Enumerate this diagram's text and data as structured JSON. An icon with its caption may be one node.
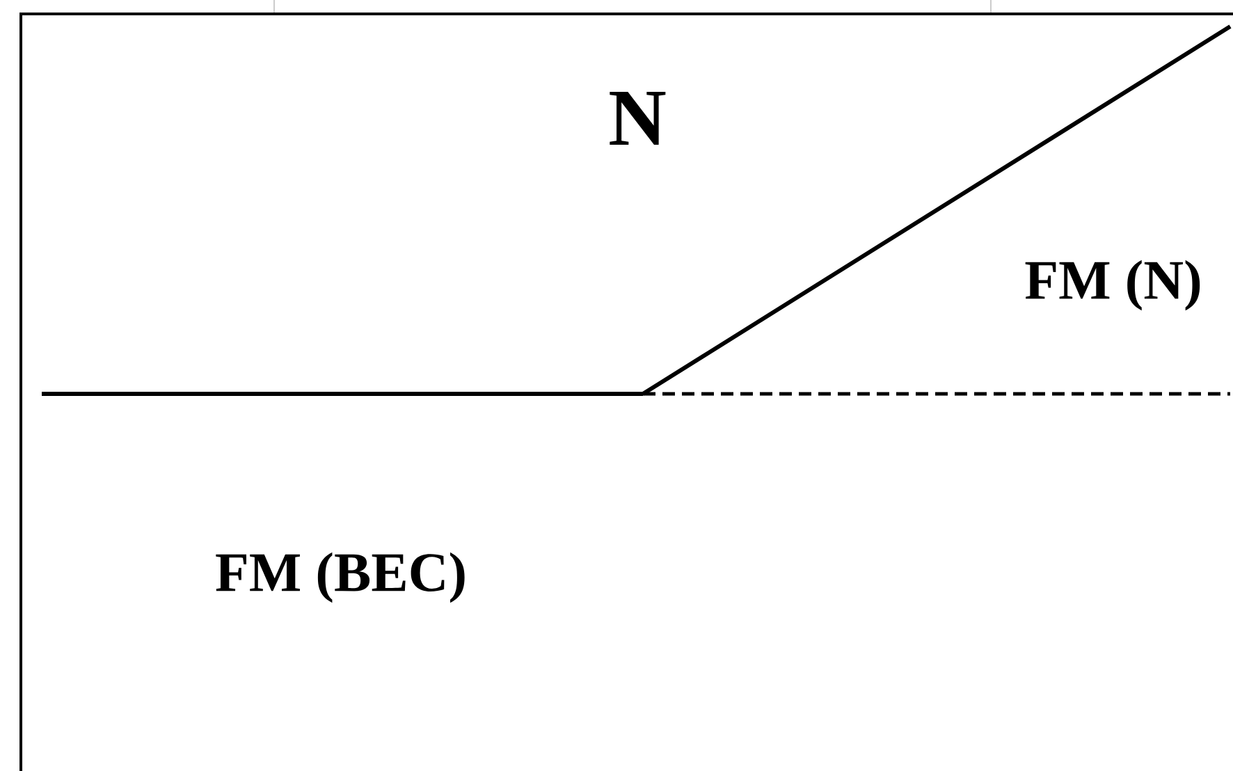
{
  "diagram": {
    "labels": [
      "N",
      "FM (N)",
      "FM (BEC)"
    ]
  }
}
